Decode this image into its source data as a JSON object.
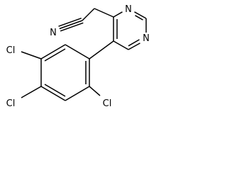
{
  "molecule": {
    "atom_labels": {
      "nitrile_n": "N",
      "ring_n_top": "N",
      "ring_n_bottom": "N",
      "cl_upper_left": "Cl",
      "cl_lower_left": "Cl",
      "cl_ortho": "Cl"
    },
    "colors": {
      "bond": "#000000",
      "label": "#000000",
      "background": "#ffffff"
    }
  }
}
